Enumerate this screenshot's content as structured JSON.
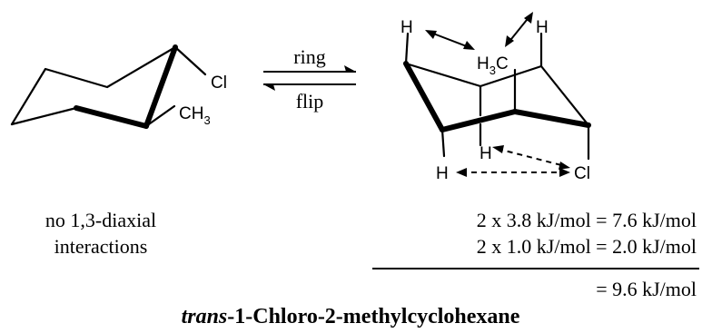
{
  "left_molecule": {
    "substituent_1": "Cl",
    "substituent_2_main": "CH",
    "substituent_2_sub": "3",
    "caption_line1": "no 1,3-diaxial",
    "caption_line2": "interactions"
  },
  "equilibrium": {
    "top_label": "ring",
    "bottom_label": "flip"
  },
  "right_molecule": {
    "h_top_left": "H",
    "h_top_right": "H",
    "methyl_main": "H",
    "methyl_sub": "3",
    "methyl_end": "C",
    "h_middle": "H",
    "h_bottom_left": "H",
    "cl_bottom": "Cl"
  },
  "energy": {
    "line1": "2 x 3.8 kJ/mol = 7.6 kJ/mol",
    "line2": "2 x 1.0 kJ/mol = 2.0 kJ/mol",
    "total": "= 9.6 kJ/mol"
  },
  "title": {
    "italic_part": "trans",
    "rest": "-1-Chloro-2-methylcyclohexane"
  }
}
